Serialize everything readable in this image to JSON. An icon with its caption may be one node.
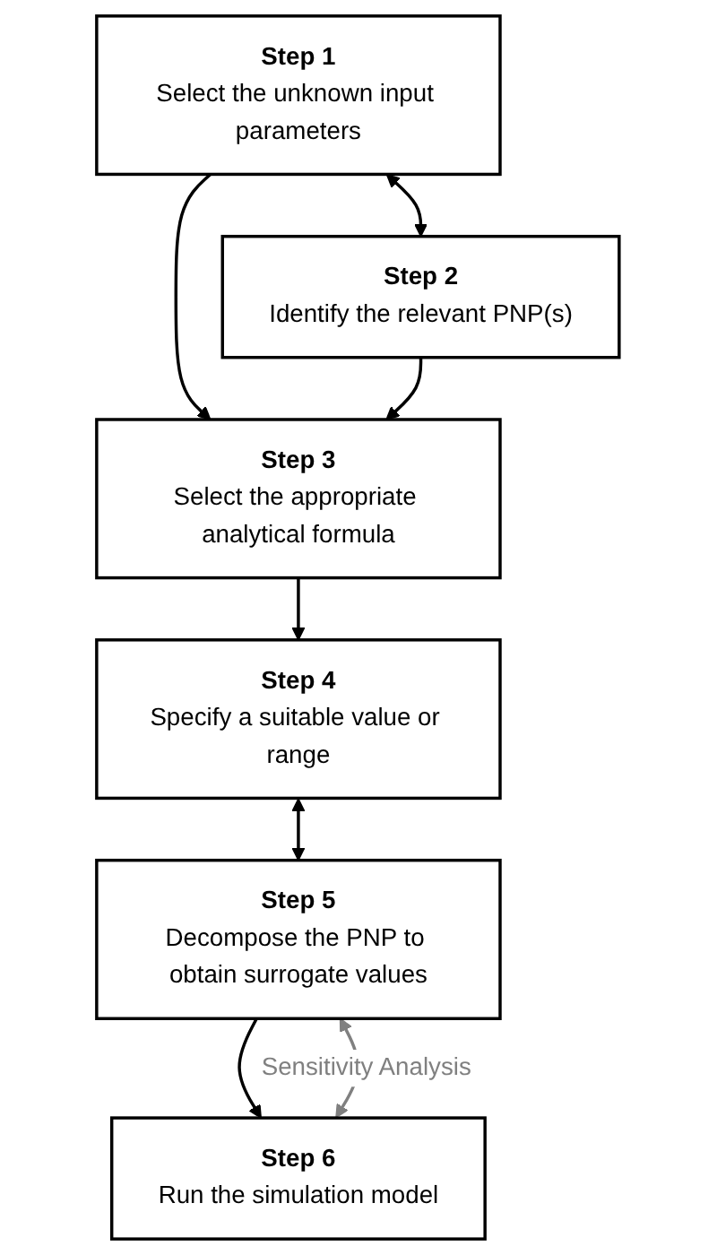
{
  "diagram": {
    "nodes": [
      {
        "text": [
          "Step 1",
          "Select the unknown input parameters"
        ]
      },
      {
        "text": [
          "Step 2",
          "Identify the relevant PNP(s)"
        ]
      },
      {
        "text": [
          "Step 3",
          "Select the appropriate analytical formula"
        ]
      },
      {
        "text": [
          "Step 4",
          "Specify a suitable value or range"
        ]
      },
      {
        "text": [
          "Step 5",
          "Decompose the PNP to obtain surrogate values"
        ]
      },
      {
        "text": [
          "Step 6",
          "Run the simulation model"
        ]
      }
    ],
    "edges": [
      {
        "from": 0,
        "to": 1,
        "arrow": "both"
      },
      {
        "from": 0,
        "to": 2,
        "arrow": "to"
      },
      {
        "from": 1,
        "to": 2,
        "arrow": "to"
      },
      {
        "from": 2,
        "to": 3,
        "arrow": "to"
      },
      {
        "from": 3,
        "to": 4,
        "arrow": "both"
      },
      {
        "from": 4,
        "to": 5,
        "arrow": "to"
      },
      {
        "from": 5,
        "to": 4,
        "arrow": "both",
        "label": "Sensitivity Analysis",
        "color": "#808080"
      }
    ]
  }
}
